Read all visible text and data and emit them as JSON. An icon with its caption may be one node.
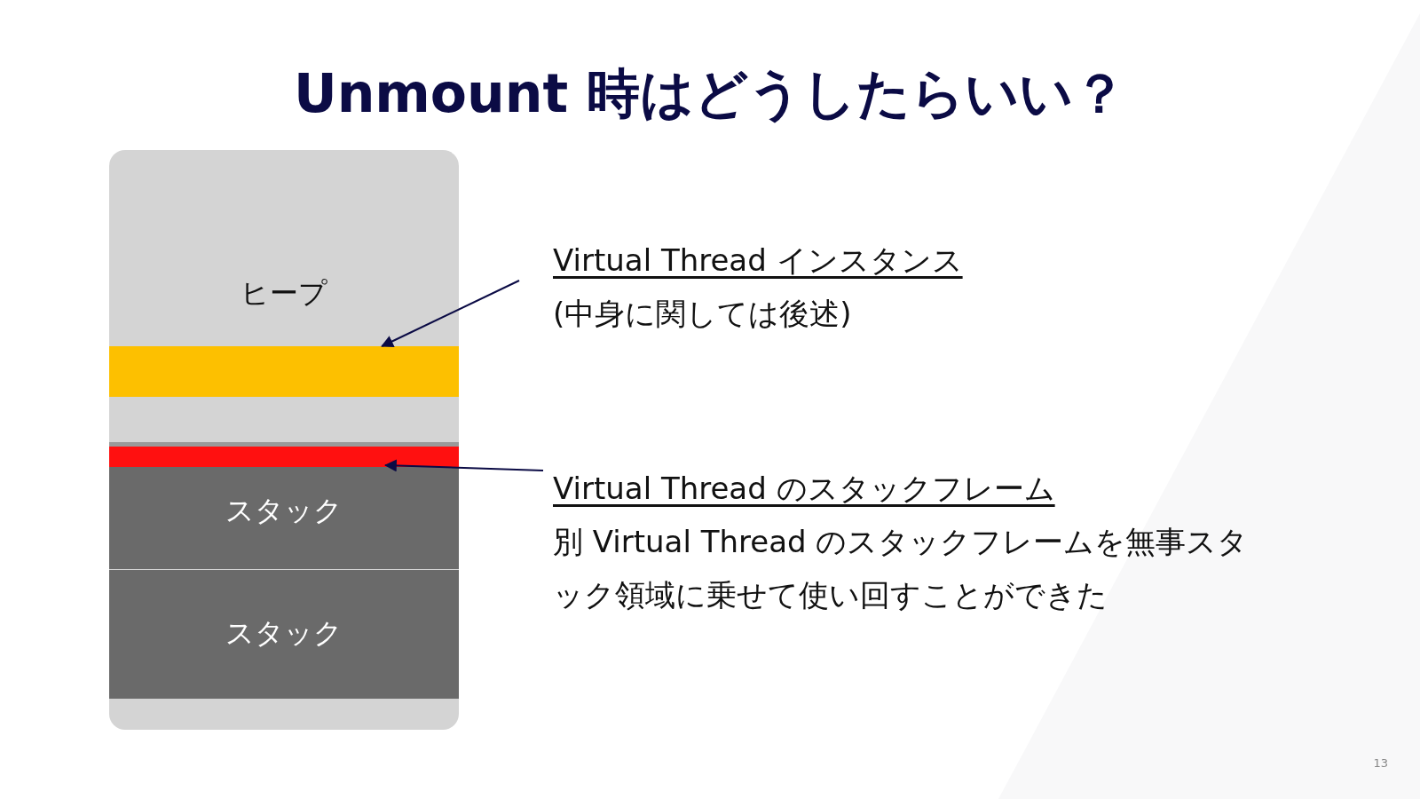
{
  "diagram": {
    "title": "Unmount 時はどうしたらいい？",
    "nodes": [
      {
        "text": [
          "ヒープ"
        ]
      },
      {
        "text": [],
        "shape": "bar",
        "in": 0
      },
      {
        "text": [],
        "shape": "bar",
        "in": 0
      },
      {
        "text": [
          "スタック"
        ],
        "in": 0
      },
      {
        "text": [
          "スタック"
        ],
        "in": 0
      },
      {
        "text": [
          "Virtual Thread インスタンス",
          "(中身に関しては後述)"
        ]
      },
      {
        "text": [
          "Virtual Thread のスタックフレーム",
          "別 Virtual Thread のスタックフレームを無事スタック領域に乗せて使い回すことができた"
        ]
      }
    ],
    "edges": [
      {
        "from": 5,
        "to": 1,
        "arrow": "to"
      },
      {
        "from": 6,
        "to": 2,
        "arrow": "to"
      }
    ],
    "labels": [
      "13"
    ]
  }
}
